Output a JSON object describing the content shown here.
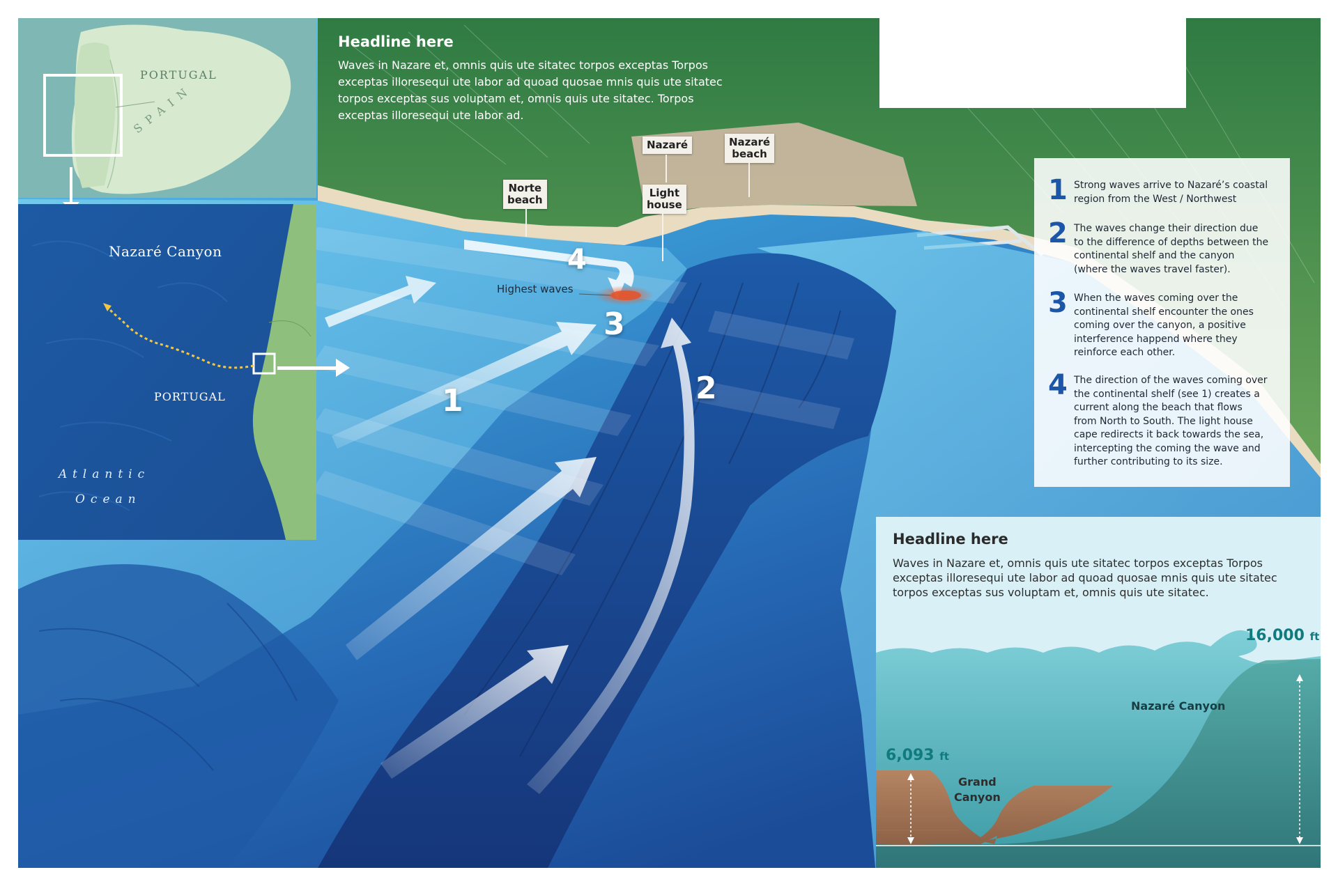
{
  "intro": {
    "headline": "Headline here",
    "body_lines": [
      "Waves in Nazare et, omnis quis ute sitatec torpos exceptas Torpos",
      "exceptas illoresequi ute labor ad quoad quosae mnis quis ute sitatec",
      "torpos exceptas sus voluptam et, omnis quis ute sitatec. Torpos",
      "exceptas illoresequi ute labor ad."
    ]
  },
  "place_labels": {
    "norte_beach": [
      "Norte",
      "beach"
    ],
    "nazare": "Nazaré",
    "nazare_beach": [
      "Nazaré",
      "beach"
    ],
    "light_house": [
      "Light",
      "house"
    ],
    "highest_waves": "Highest waves"
  },
  "map_numbers": [
    "1",
    "2",
    "3",
    "4"
  ],
  "inset_iberia": {
    "portugal": "PORTUGAL",
    "spain": "SPAIN"
  },
  "inset_coast": {
    "canyon_label": "Nazaré Canyon",
    "country_label": "PORTUGAL",
    "ocean_line1": "Atlantic",
    "ocean_line2": "Ocean"
  },
  "steps": [
    {
      "num": "1",
      "lines": [
        "Strong waves arrive to Nazaré’s coastal",
        "region from the West / Northwest"
      ]
    },
    {
      "num": "2",
      "lines": [
        "The waves change their direction due",
        "to the difference of depths between the",
        "continental shelf and the canyon",
        "(where the waves travel faster)."
      ]
    },
    {
      "num": "3",
      "lines": [
        "When the waves coming over the",
        "continental shelf encounter the ones",
        "coming over the canyon, a positive",
        "interference happend where they",
        "reinforce each other."
      ]
    },
    {
      "num": "4",
      "lines": [
        "The direction of the waves coming over",
        "the continental shelf (see 1) creates a",
        "current along the beach that flows",
        "from North to South. The light house",
        "cape redirects it back towards the sea,",
        "intercepting the coming the wave and",
        "further contributing to its size."
      ]
    }
  ],
  "comparison": {
    "headline": "Headline here",
    "body_lines": [
      "Waves in Nazare et, omnis quis ute sitatec torpos exceptas Torpos",
      "exceptas illoresequi ute labor ad quoad quosae mnis quis ute sitatec",
      "torpos exceptas sus voluptam et, omnis quis ute sitatec."
    ],
    "grand_canyon_label": [
      "Grand",
      "Canyon"
    ],
    "grand_canyon_depth": "6,093",
    "nazare_canyon_label": "Nazaré Canyon",
    "nazare_canyon_depth": "16,000",
    "unit": "ft"
  },
  "colors": {
    "deep_ocean": "#1a4f9a",
    "shelf_water": "#4fb3df",
    "land_green": "#3f8a4a",
    "step_number_blue": "#1c56a8",
    "depth_teal": "#117a7e",
    "highest_wave_red": "#e0532c"
  }
}
